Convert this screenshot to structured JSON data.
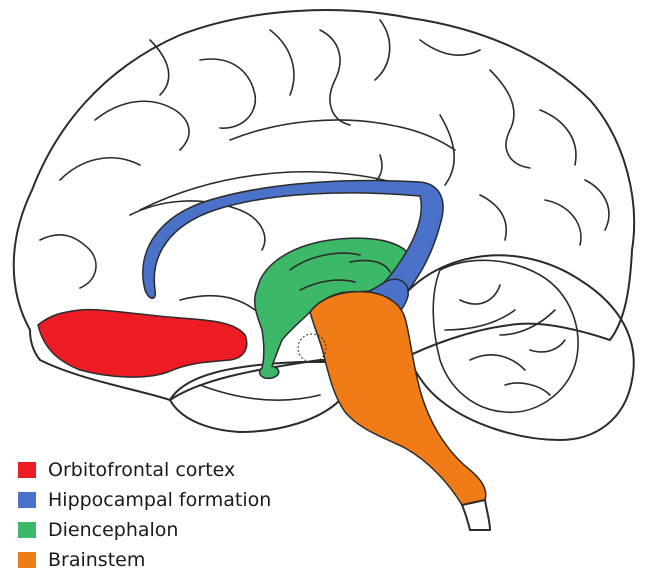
{
  "legend": {
    "items": [
      {
        "label": "Orbitofrontal cortex",
        "color": "#ed1c24",
        "icon": "red-square"
      },
      {
        "label": "Hippocampal formation",
        "color": "#4a72c8",
        "icon": "blue-square"
      },
      {
        "label": "Diencephalon",
        "color": "#3db868",
        "icon": "green-square"
      },
      {
        "label": "Brainstem",
        "color": "#f07c18",
        "icon": "orange-square"
      }
    ]
  },
  "colors": {
    "brain_fill": "#e8e8e8",
    "outline": "#2b2b2b",
    "orbitofrontal": "#ed1c24",
    "hippocampal": "#4a72c8",
    "diencephalon": "#3db868",
    "brainstem": "#f07c18"
  }
}
